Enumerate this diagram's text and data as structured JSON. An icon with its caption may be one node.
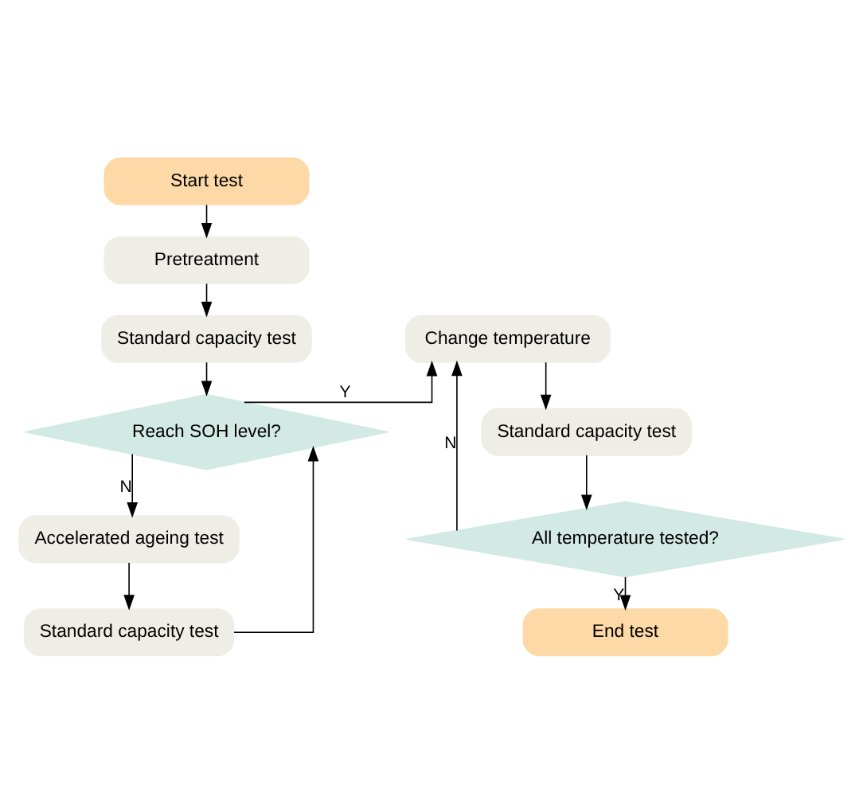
{
  "diagram": {
    "nodes": [
      {
        "text": [
          "Start test"
        ]
      },
      {
        "text": [
          "Pretreatment"
        ]
      },
      {
        "text": [
          "Standard capacity test"
        ]
      },
      {
        "text": [
          "Reach SOH level?"
        ]
      },
      {
        "text": [
          "Accelerated ageing test"
        ]
      },
      {
        "text": [
          "Standard capacity test"
        ]
      },
      {
        "text": [
          "Change temperature"
        ]
      },
      {
        "text": [
          "Standard capacity test"
        ]
      },
      {
        "text": [
          "All temperature tested?"
        ]
      },
      {
        "text": [
          "End test"
        ]
      }
    ],
    "edges": [
      {
        "from": 0,
        "to": 1,
        "arrow": "to"
      },
      {
        "from": 1,
        "to": 2,
        "arrow": "to"
      },
      {
        "from": 2,
        "to": 3,
        "arrow": "to"
      },
      {
        "from": 3,
        "to": 4,
        "label": "N",
        "arrow": "to"
      },
      {
        "from": 4,
        "to": 5,
        "arrow": "to"
      },
      {
        "from": 5,
        "to": 3,
        "arrow": "to"
      },
      {
        "from": 3,
        "to": 6,
        "label": "Y",
        "arrow": "to"
      },
      {
        "from": 6,
        "to": 7,
        "arrow": "to"
      },
      {
        "from": 7,
        "to": 8,
        "arrow": "to"
      },
      {
        "from": 8,
        "to": 9,
        "label": "Y",
        "arrow": "to"
      },
      {
        "from": 8,
        "to": 6,
        "label": "N",
        "arrow": "to"
      }
    ]
  }
}
